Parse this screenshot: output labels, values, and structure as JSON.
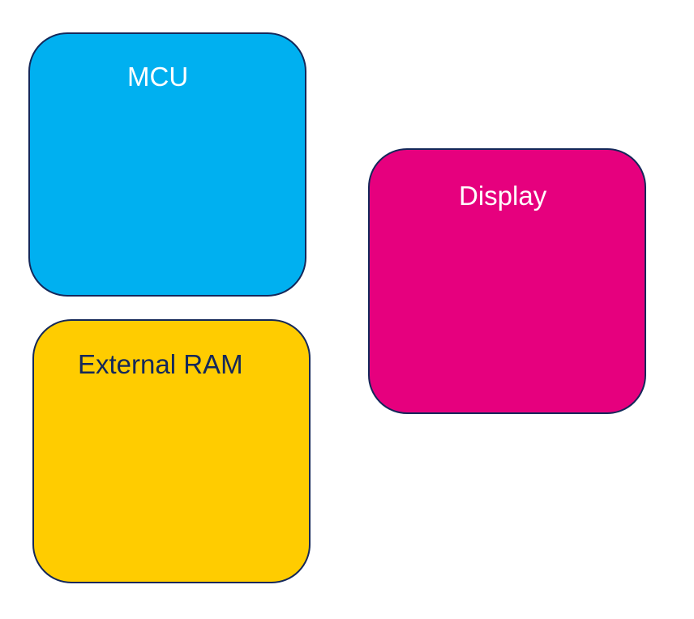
{
  "blocks": {
    "mcu": {
      "label": "MCU",
      "fill_color": "#00b0f0",
      "text_color": "#ffffff"
    },
    "external_ram": {
      "label": "External RAM",
      "fill_color": "#ffcc00",
      "text_color": "#14285a"
    },
    "display": {
      "label": "Display",
      "fill_color": "#e6007e",
      "text_color": "#ffffff"
    },
    "border_color": "#14285a"
  }
}
